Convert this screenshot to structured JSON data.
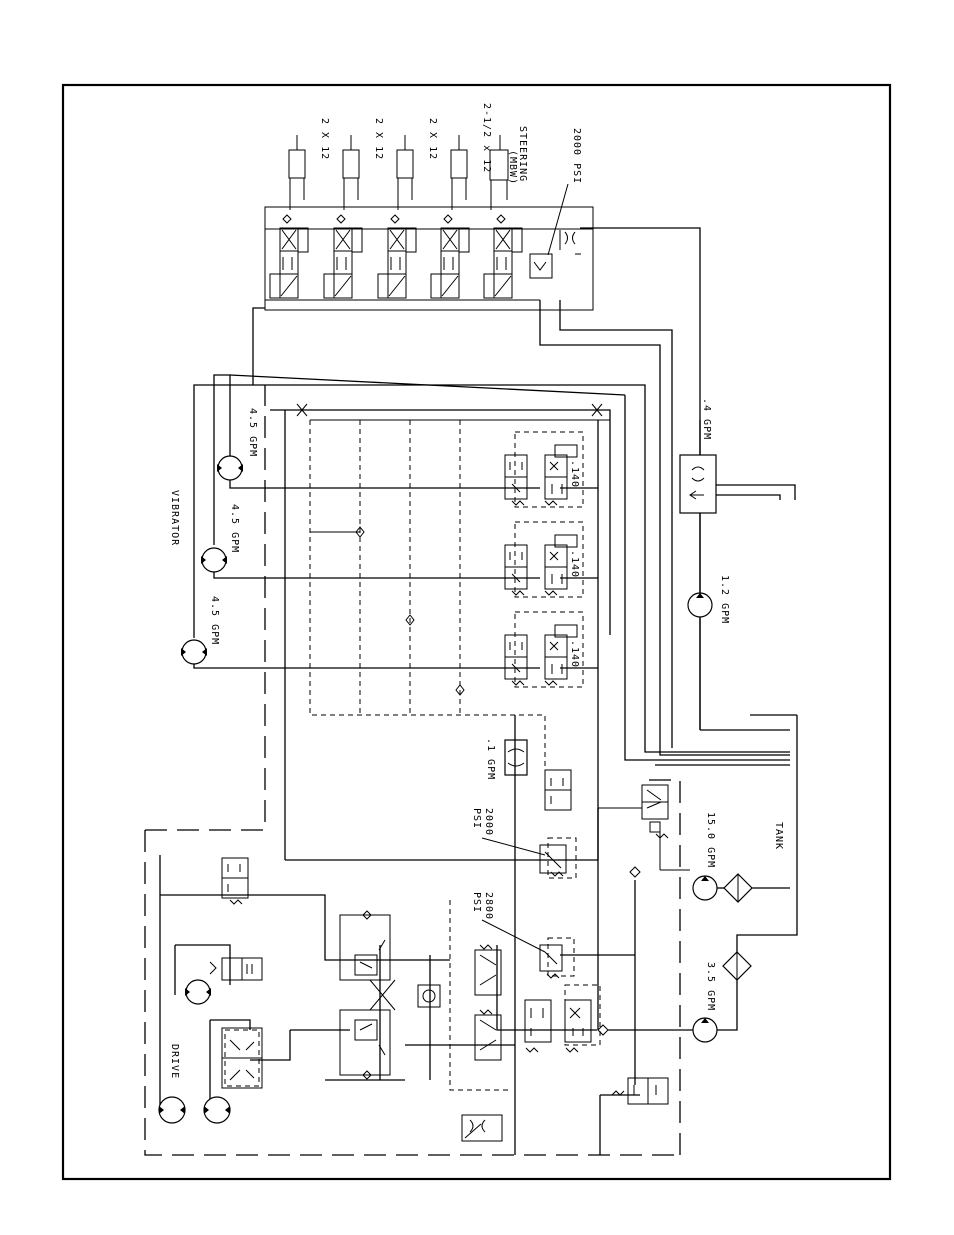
{
  "labels": {
    "cyl1": "2 X 12",
    "cyl2": "2 X 12",
    "cyl3": "2 X 12",
    "cyl4": "2-1/2 x 12",
    "steering": "STEERING",
    "steering_sub": "(MBW)",
    "relief_top": "2000 PSI",
    "vibrator": "VIBRATOR",
    "vib_motor_1": "4.5 GPM",
    "vib_motor_2": "4.5 GPM",
    "vib_motor_3": "4.5 GPM",
    "orifice_1": ".140",
    "orifice_2": ".140",
    "orifice_3": ".140",
    "flow_04": ".4 GPM",
    "flow_12": "1.2 GPM",
    "flow_01": ".1 GPM",
    "relief_mid_psi": "2000",
    "relief_mid_unit": "PSI",
    "relief_low_psi": "2800",
    "relief_low_unit": "PSI",
    "pump_15": "15.0 GPM",
    "pump_35": "3.5 GPM",
    "tank": "TANK",
    "drive": "DRIVE"
  }
}
